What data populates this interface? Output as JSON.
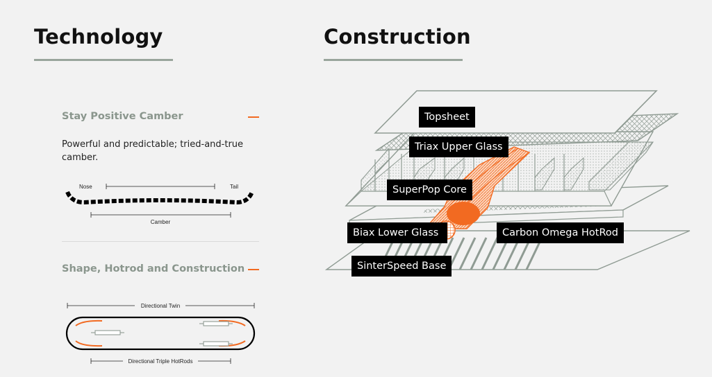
{
  "technology": {
    "title": "Technology",
    "sections": [
      {
        "title": "Stay Positive Camber",
        "toggle_icon": "minus-icon",
        "description": "Powerful and predictable; tried-and-true camber.",
        "diagram": {
          "nose_label": "Nose",
          "tail_label": "Tail",
          "camber_label": "Camber"
        }
      },
      {
        "title": "Shape, Hotrod and Construction",
        "toggle_icon": "minus-icon",
        "diagram": {
          "shape_label": "Directional Twin",
          "hotrod_label": "Directional Triple HotRods"
        }
      }
    ]
  },
  "construction": {
    "title": "Construction",
    "layers": [
      {
        "label": "Topsheet"
      },
      {
        "label": "Triax Upper Glass"
      },
      {
        "label": "SuperPop Core"
      },
      {
        "label": "Biax Lower Glass"
      },
      {
        "label": "Carbon Omega HotRod"
      },
      {
        "label": "SinterSpeed Base"
      }
    ]
  },
  "colors": {
    "accent": "#f26a21",
    "rule": "#99a59c",
    "muted_heading": "#8a968d",
    "outline": "#8f9b93",
    "background": "#f2f2f2"
  }
}
